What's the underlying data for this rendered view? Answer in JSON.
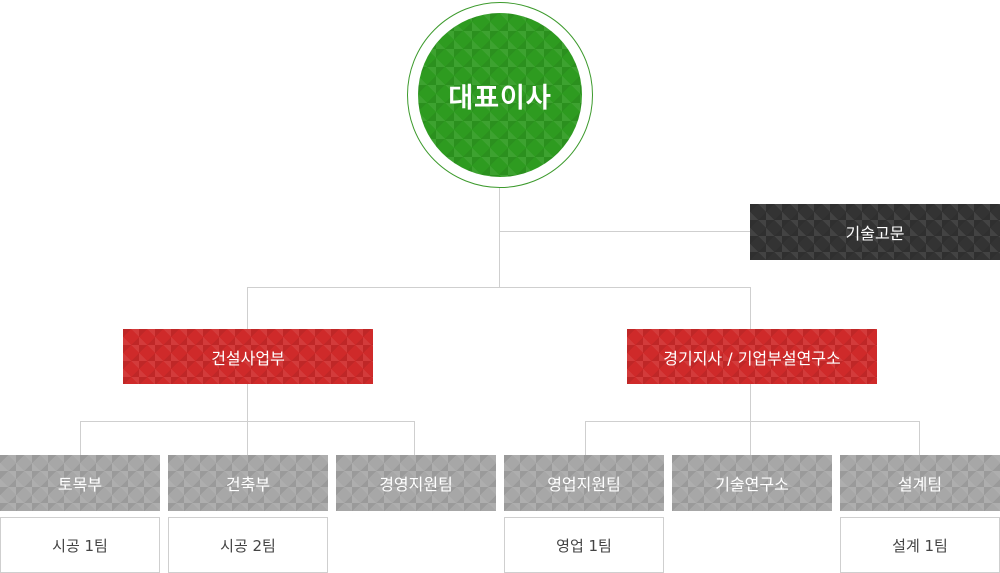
{
  "chart": {
    "ceo": "대표이사",
    "advisor": "기술고문",
    "divisions": [
      {
        "label": "건설사업부",
        "teams": [
          {
            "label": "토목부",
            "sub": "시공 1팀"
          },
          {
            "label": "건축부",
            "sub": "시공 2팀"
          },
          {
            "label": "경영지원팀",
            "sub": ""
          }
        ]
      },
      {
        "label": "경기지사 / 기업부설연구소",
        "teams": [
          {
            "label": "영업지원팀",
            "sub": "영업 1팀"
          },
          {
            "label": "기술연구소",
            "sub": ""
          },
          {
            "label": "설계팀",
            "sub": "설계 1팀"
          }
        ]
      }
    ]
  },
  "colors": {
    "ceo": "#2e9b20",
    "advisor": "#333333",
    "division": "#cf2a2a",
    "team": "#a7a7a7",
    "connector": "#cfcfcf"
  }
}
